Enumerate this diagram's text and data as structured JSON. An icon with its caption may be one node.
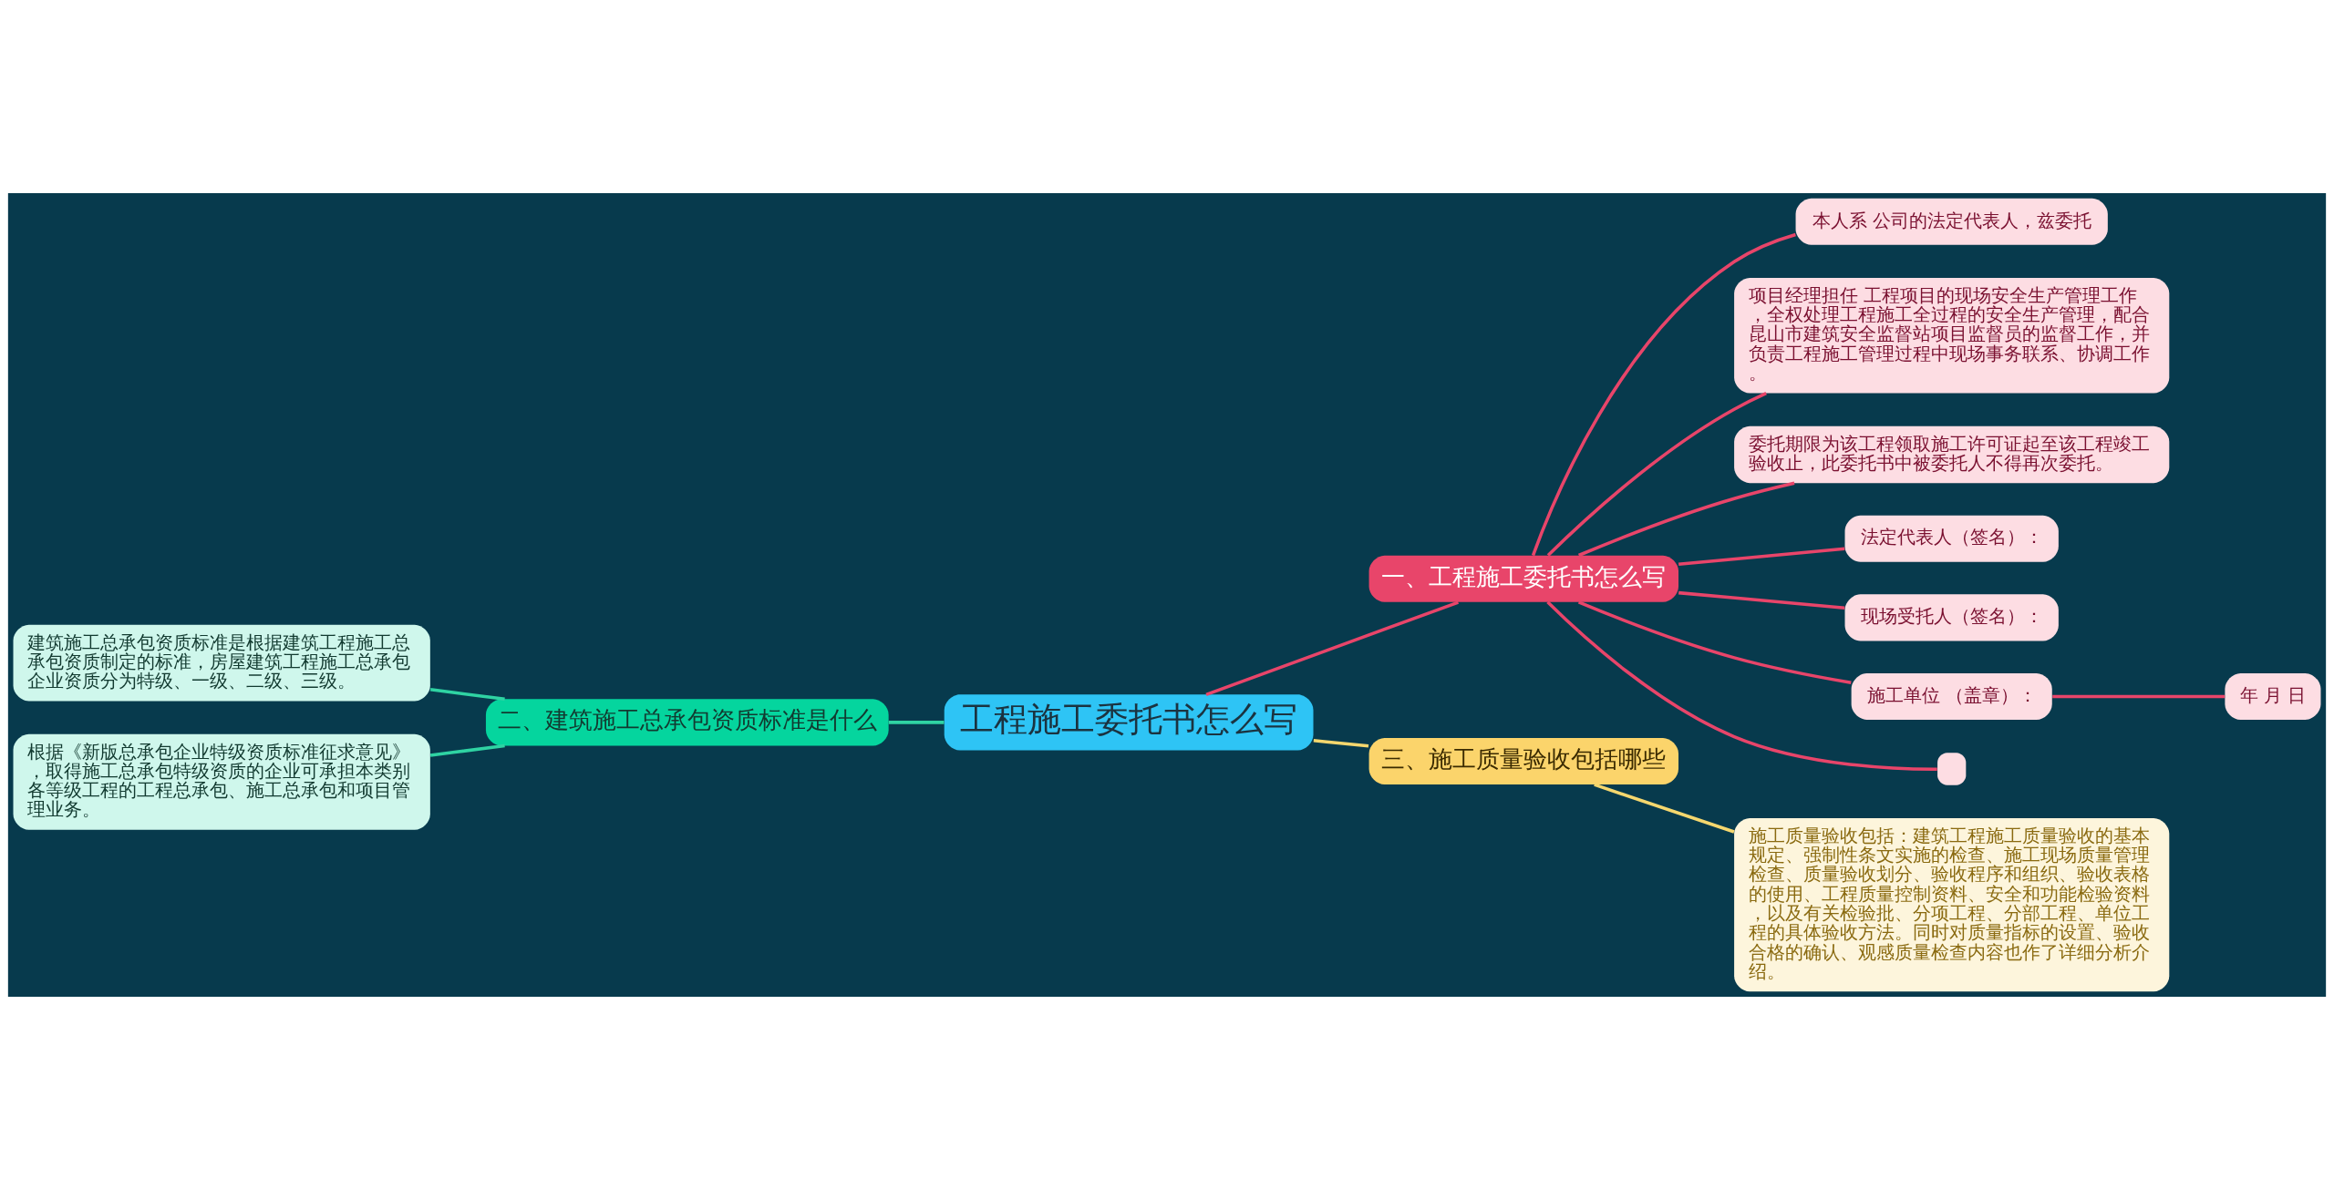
{
  "diagram": {
    "nodes": [
      {
        "text": [
          "工程施工委托书怎么写"
        ]
      },
      {
        "text": [
          "一、工程施工委托书怎么写"
        ]
      },
      {
        "text": [
          "本人系 公司的法定代表人，兹委托"
        ]
      },
      {
        "text": [
          "项目经理担任 工程项目的现场安全生产管理工作，全权处理工程施工全过程的安全生产管理，配合昆山市建筑安全监督站项目监督员的监督工作，并负责工程施工管理过程中现场事务联系、协调工作。"
        ]
      },
      {
        "text": [
          "委托期限为该工程领取施工许可证起至该工程竣工验收止，此委托书中被委托人不得再次委托。"
        ]
      },
      {
        "text": [
          "法定代表人（签名）："
        ]
      },
      {
        "text": [
          "现场受托人（签名）："
        ]
      },
      {
        "text": [
          "施工单位 （盖章）："
        ]
      },
      {
        "text": [
          "年 月 日"
        ]
      },
      {
        "text": [],
        "shape": "box"
      },
      {
        "text": [
          "三、施工质量验收包括哪些"
        ]
      },
      {
        "text": [
          "施工质量验收包括：建筑工程施工质量验收的基本规定、强制性条文实施的检查、施工现场质量管理检查、质量验收划分、验收程序和组织、验收表格的使用、工程质量控制资料、安全和功能检验资料，以及有关检验批、分项工程、分部工程、单位工程的具体验收方法。同时对质量指标的设置、验收合格的确认、观感质量检查内容也作了详细分析介绍。"
        ]
      },
      {
        "text": [
          "二、建筑施工总承包资质标准是什么"
        ]
      },
      {
        "text": [
          "建筑施工总承包资质标准是根据建筑工程施工总承包资质制定的标准，房屋建筑工程施工总承包企业资质分为特级、一级、二级、三级。"
        ]
      },
      {
        "text": [
          "根据《新版总承包企业特级资质标准征求意见》，取得施工总承包特级资质的企业可承担本类别各等级工程的工程总承包、施工总承包和项目管理业务。"
        ]
      }
    ],
    "edges": [
      {
        "from": 0,
        "to": 1,
        "arrow": "none"
      },
      {
        "from": 1,
        "to": 2,
        "arrow": "none"
      },
      {
        "from": 1,
        "to": 3,
        "arrow": "none"
      },
      {
        "from": 1,
        "to": 4,
        "arrow": "none"
      },
      {
        "from": 1,
        "to": 5,
        "arrow": "none"
      },
      {
        "from": 1,
        "to": 6,
        "arrow": "none"
      },
      {
        "from": 1,
        "to": 7,
        "arrow": "none"
      },
      {
        "from": 7,
        "to": 8,
        "arrow": "none"
      },
      {
        "from": 1,
        "to": 9,
        "arrow": "none"
      },
      {
        "from": 0,
        "to": 10,
        "arrow": "none",
        "color": "#f5d76e"
      },
      {
        "from": 10,
        "to": 11,
        "arrow": "none",
        "color": "#f5d76e"
      },
      {
        "from": 0,
        "to": 12,
        "arrow": "none",
        "color": "#2fd3a3"
      },
      {
        "from": 12,
        "to": 13,
        "arrow": "none",
        "color": "#2fd3a3"
      },
      {
        "from": 12,
        "to": 14,
        "arrow": "none",
        "color": "#2fd3a3"
      }
    ]
  }
}
